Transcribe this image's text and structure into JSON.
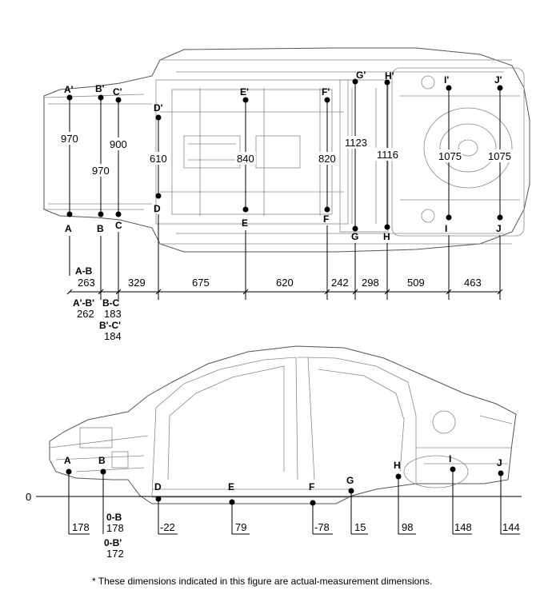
{
  "top_view": {
    "points_left": [
      {
        "id": "A",
        "label": "A",
        "label_p": "A'",
        "width": "970"
      },
      {
        "id": "B",
        "label": "B",
        "label_p": "B'",
        "width": "970"
      },
      {
        "id": "C",
        "label": "C",
        "label_p": "C'",
        "width": "900"
      },
      {
        "id": "D",
        "label": "D",
        "label_p": "D'",
        "width": "610"
      },
      {
        "id": "E",
        "label": "E",
        "label_p": "E'",
        "width": "840"
      },
      {
        "id": "F",
        "label": "F",
        "label_p": "F'",
        "width": "820"
      },
      {
        "id": "G",
        "label": "G",
        "label_p": "G'",
        "width": "1123"
      },
      {
        "id": "H",
        "label": "H",
        "label_p": "H'",
        "width": "1116"
      },
      {
        "id": "I",
        "label": "I",
        "label_p": "I'",
        "width": "1075"
      },
      {
        "id": "J",
        "label": "J",
        "label_p": "J'",
        "width": "1075"
      }
    ],
    "spacings": [
      "329",
      "675",
      "620",
      "242",
      "298",
      "509",
      "463"
    ],
    "ab_label": "A-B",
    "ab_value": "263",
    "apbp_label": "A'-B'",
    "apbp_value": "262",
    "bc_label": "B-C",
    "bc_value": "183",
    "bpcp_label": "B'-C'",
    "bpcp_value": "184"
  },
  "side_view": {
    "zero_label": "0",
    "points": [
      {
        "label": "A",
        "height": "178"
      },
      {
        "label": "B",
        "height": "178"
      },
      {
        "label": "D",
        "height": "-22"
      },
      {
        "label": "E",
        "height": "79"
      },
      {
        "label": "F",
        "height": "-78"
      },
      {
        "label": "G",
        "height": "15"
      },
      {
        "label": "H",
        "height": "98"
      },
      {
        "label": "I",
        "height": "148"
      },
      {
        "label": "J",
        "height": "144"
      }
    ],
    "ob_label": "0-B",
    "ob_value": "178",
    "obp_label": "0-B'",
    "obp_value": "172"
  },
  "footnote": "* These dimensions indicated in this figure are actual-measurement dimensions."
}
